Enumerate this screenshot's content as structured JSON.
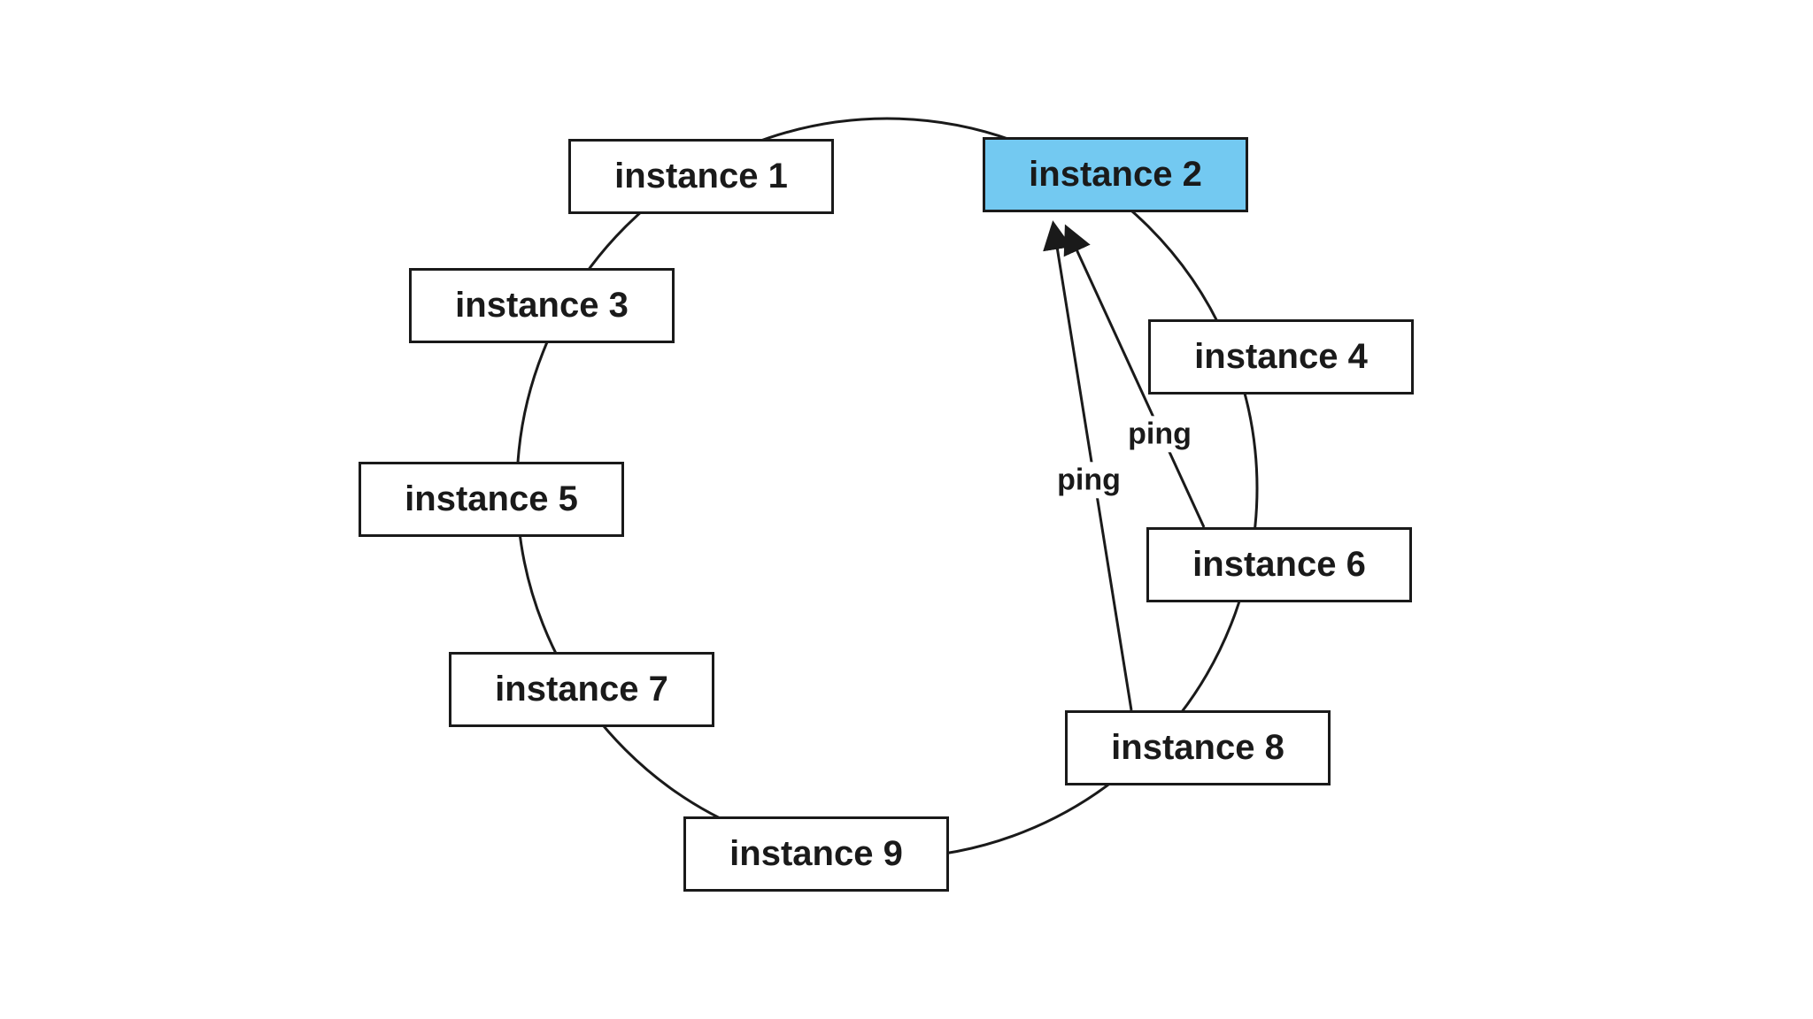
{
  "diagram": {
    "nodes": [
      {
        "id": "instance-1",
        "label": "instance 1",
        "highlighted": false
      },
      {
        "id": "instance-2",
        "label": "instance 2",
        "highlighted": true
      },
      {
        "id": "instance-3",
        "label": "instance 3",
        "highlighted": false
      },
      {
        "id": "instance-4",
        "label": "instance 4",
        "highlighted": false
      },
      {
        "id": "instance-5",
        "label": "instance 5",
        "highlighted": false
      },
      {
        "id": "instance-6",
        "label": "instance 6",
        "highlighted": false
      },
      {
        "id": "instance-7",
        "label": "instance 7",
        "highlighted": false
      },
      {
        "id": "instance-8",
        "label": "instance 8",
        "highlighted": false
      },
      {
        "id": "instance-9",
        "label": "instance 9",
        "highlighted": false
      }
    ],
    "edges": [
      {
        "from": "instance-8",
        "to": "instance-2",
        "label": "ping"
      },
      {
        "from": "instance-6",
        "to": "instance-2",
        "label": "ping"
      }
    ],
    "colors": {
      "highlight_fill": "#73c9f1",
      "node_fill": "#ffffff",
      "stroke": "#1a1a1a",
      "background": "#ffffff"
    }
  }
}
